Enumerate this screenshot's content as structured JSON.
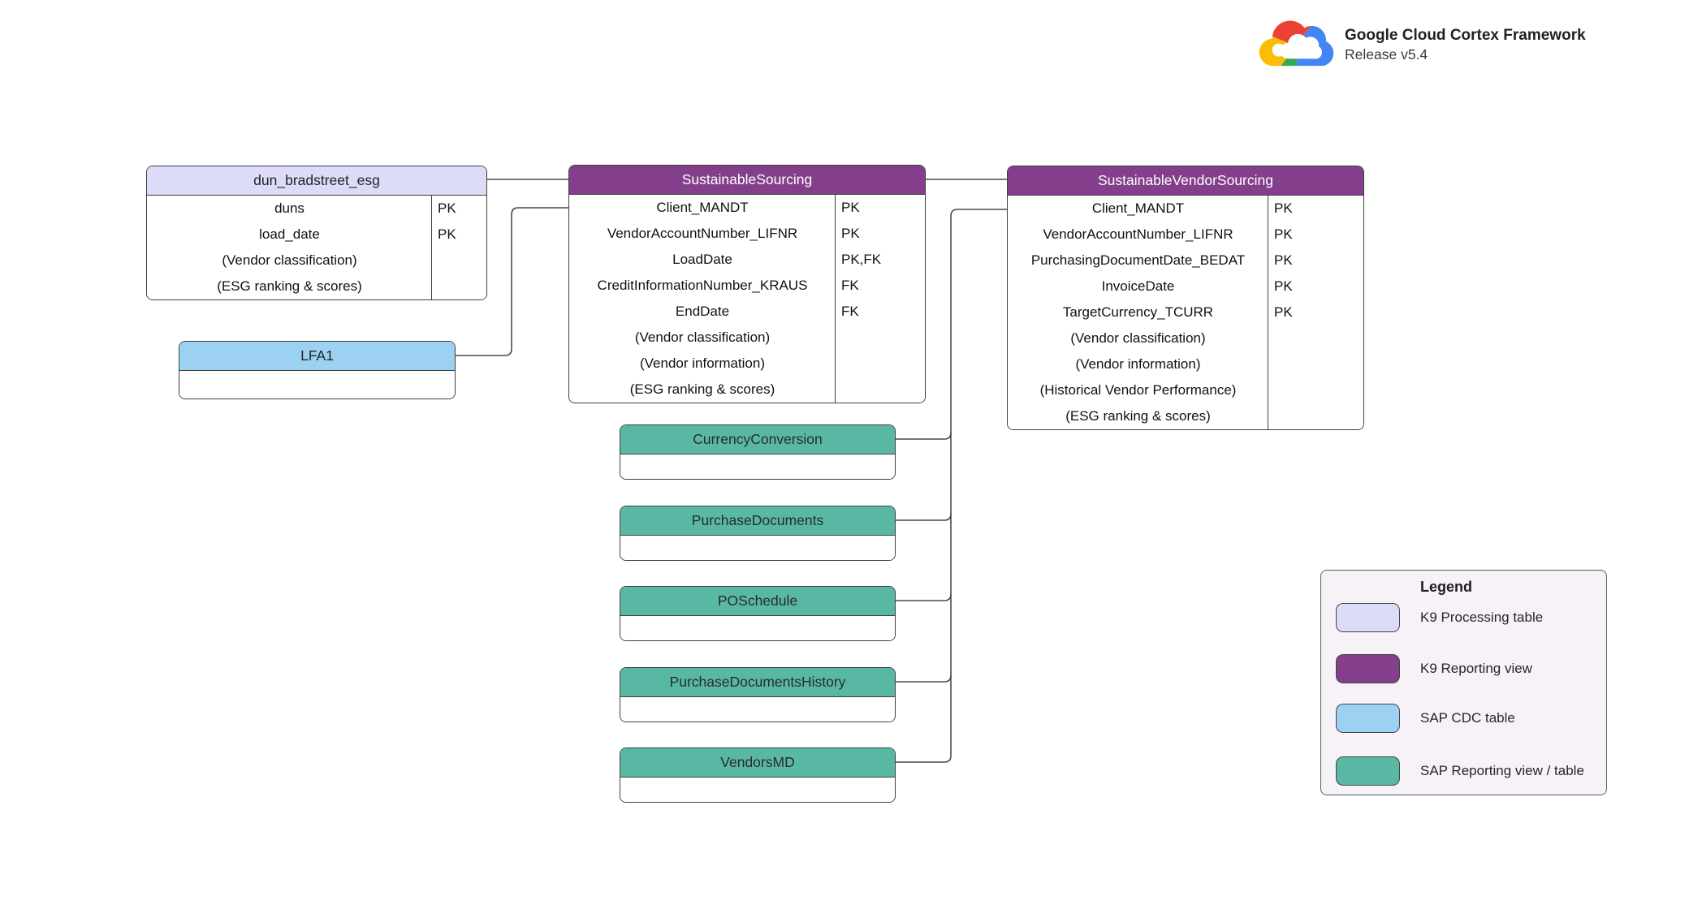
{
  "header": {
    "title": "Google Cloud Cortex Framework",
    "subtitle": "Release v5.4",
    "logo": "google-cloud-logo"
  },
  "colors": {
    "k9_processing_table": "#dcdbf8",
    "k9_reporting_view": "#833f8b",
    "sap_cdc_table": "#9dd1f1",
    "sap_reporting_view_table": "#58b8a3",
    "connector": "#4a4a4a",
    "legend_background": "#f7f2f8"
  },
  "tables": {
    "dun_bradstreet_esg": {
      "title": "dun_bradstreet_esg",
      "type": "K9 Processing table",
      "rows": [
        {
          "name": "duns",
          "key": "PK"
        },
        {
          "name": "load_date",
          "key": "PK"
        },
        {
          "name": "(Vendor classification)",
          "key": ""
        },
        {
          "name": "(ESG ranking & scores)",
          "key": ""
        }
      ]
    },
    "sustainable_sourcing": {
      "title": "SustainableSourcing",
      "type": "K9 Reporting view",
      "rows": [
        {
          "name": "Client_MANDT",
          "key": "PK"
        },
        {
          "name": "VendorAccountNumber_LIFNR",
          "key": "PK"
        },
        {
          "name": "LoadDate",
          "key": "PK,FK"
        },
        {
          "name": "CreditInformationNumber_KRAUS",
          "key": "FK"
        },
        {
          "name": "EndDate",
          "key": "FK"
        },
        {
          "name": "(Vendor classification)",
          "key": ""
        },
        {
          "name": "(Vendor information)",
          "key": ""
        },
        {
          "name": "(ESG ranking & scores)",
          "key": ""
        }
      ]
    },
    "sustainable_vendor_sourcing": {
      "title": "SustainableVendorSourcing",
      "type": "K9 Reporting view",
      "rows": [
        {
          "name": "Client_MANDT",
          "key": "PK"
        },
        {
          "name": "VendorAccountNumber_LIFNR",
          "key": "PK"
        },
        {
          "name": "PurchasingDocumentDate_BEDAT",
          "key": "PK"
        },
        {
          "name": "InvoiceDate",
          "key": "PK"
        },
        {
          "name": "TargetCurrency_TCURR",
          "key": "PK"
        },
        {
          "name": "(Vendor classification)",
          "key": ""
        },
        {
          "name": "(Vendor information)",
          "key": ""
        },
        {
          "name": "(Historical Vendor Performance)",
          "key": ""
        },
        {
          "name": "(ESG ranking & scores)",
          "key": ""
        }
      ]
    },
    "lfa1": {
      "title": "LFA1",
      "type": "SAP CDC table"
    },
    "currency_conversion": {
      "title": "CurrencyConversion",
      "type": "SAP Reporting view / table"
    },
    "purchase_documents": {
      "title": "PurchaseDocuments",
      "type": "SAP Reporting view / table"
    },
    "po_schedule": {
      "title": "POSchedule",
      "type": "SAP Reporting view / table"
    },
    "purchase_documents_history": {
      "title": "PurchaseDocumentsHistory",
      "type": "SAP Reporting view / table"
    },
    "vendors_md": {
      "title": "VendorsMD",
      "type": "SAP Reporting view / table"
    }
  },
  "legend": {
    "title": "Legend",
    "items": [
      {
        "label": "K9 Processing table",
        "color": "#dcdbf8"
      },
      {
        "label": "K9 Reporting view",
        "color": "#833f8b"
      },
      {
        "label": "SAP CDC table",
        "color": "#9dd1f1"
      },
      {
        "label": "SAP Reporting view / table",
        "color": "#58b8a3"
      }
    ]
  }
}
